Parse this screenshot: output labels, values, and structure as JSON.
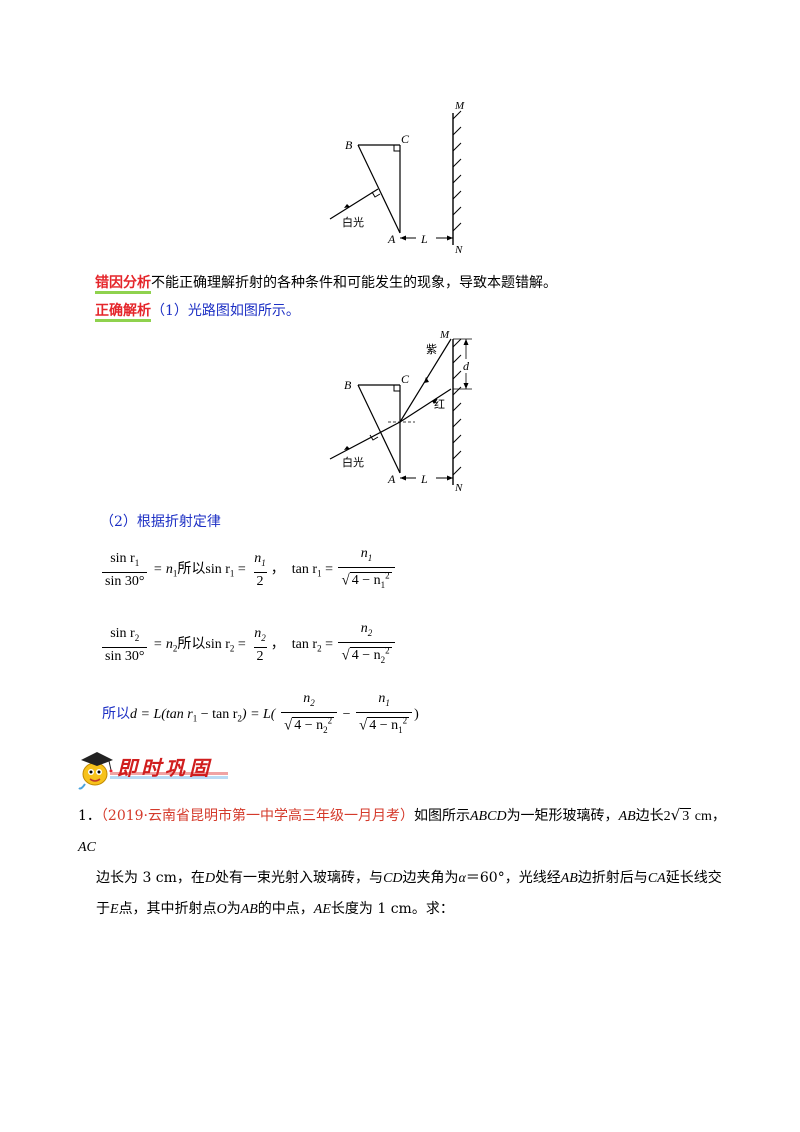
{
  "fig1": {
    "labels": {
      "B": "B",
      "C": "C",
      "A": "A",
      "M": "M",
      "N": "N",
      "L": "L",
      "white_light": "白光"
    }
  },
  "analysis": {
    "error_tag": "错因分析",
    "error_text": "不能正确理解折射的各种条件和可能发生的现象，导致本题错解。",
    "correct_tag": "正确解析",
    "step1": "（1）光路图如图所示。",
    "step2": "（2）根据折射定律"
  },
  "fig2": {
    "labels": {
      "B": "B",
      "C": "C",
      "A": "A",
      "M": "M",
      "N": "N",
      "L": "L",
      "d": "d",
      "white_light": "白光",
      "purple": "紫",
      "red": "红"
    }
  },
  "formulas": {
    "sin_num_1": "sin r",
    "sin_den": "sin 30°",
    "eq_n1": "= n",
    "so_text": "所以",
    "sin_r": "sin r",
    "frac_n1": "n",
    "two": "2",
    "comma": "，",
    "tan_r": "tan r",
    "four_minus": "4 − n",
    "so_d": "所以",
    "d_expr": "d = L(tan r",
    "minus_tan": " − tan r",
    "close_eq_L": ") = L(",
    "minus": " − ",
    "close": ")",
    "sub1": "1",
    "sub2": "2",
    "sup2": "2"
  },
  "banner": {
    "title": "即时巩固"
  },
  "problem": {
    "number": "1．",
    "source": "（2019·云南省昆明市第一中学高三年级一月月考）",
    "text_line1_a": "如图所示",
    "abcd": "ABCD",
    "text_line1_b": "为一矩形玻璃砖，",
    "ab": "AB",
    "side_len": "边长",
    "two_sqrt3": "2",
    "sqrt3": "3",
    "cm": " cm，",
    "ac": "AC",
    "line2_a": "边长为 3 cm，在",
    "d": "D",
    "line2_b": "处有一束光射入玻璃砖，与",
    "cd": "CD",
    "line2_c": "边夹角为",
    "alpha": "α",
    "line2_d": "＝60°，光线经",
    "ab2": "AB",
    "line2_e": "边折射后与",
    "ca": "CA",
    "line2_f": "延长线交",
    "line3_a": "于",
    "e": "E",
    "line3_b": "点，其中折射点",
    "o": "O",
    "line3_c": "为",
    "ab3": "AB",
    "line3_d": "的中点，",
    "ae": "AE",
    "line3_e": "长度为 1 cm。求："
  }
}
